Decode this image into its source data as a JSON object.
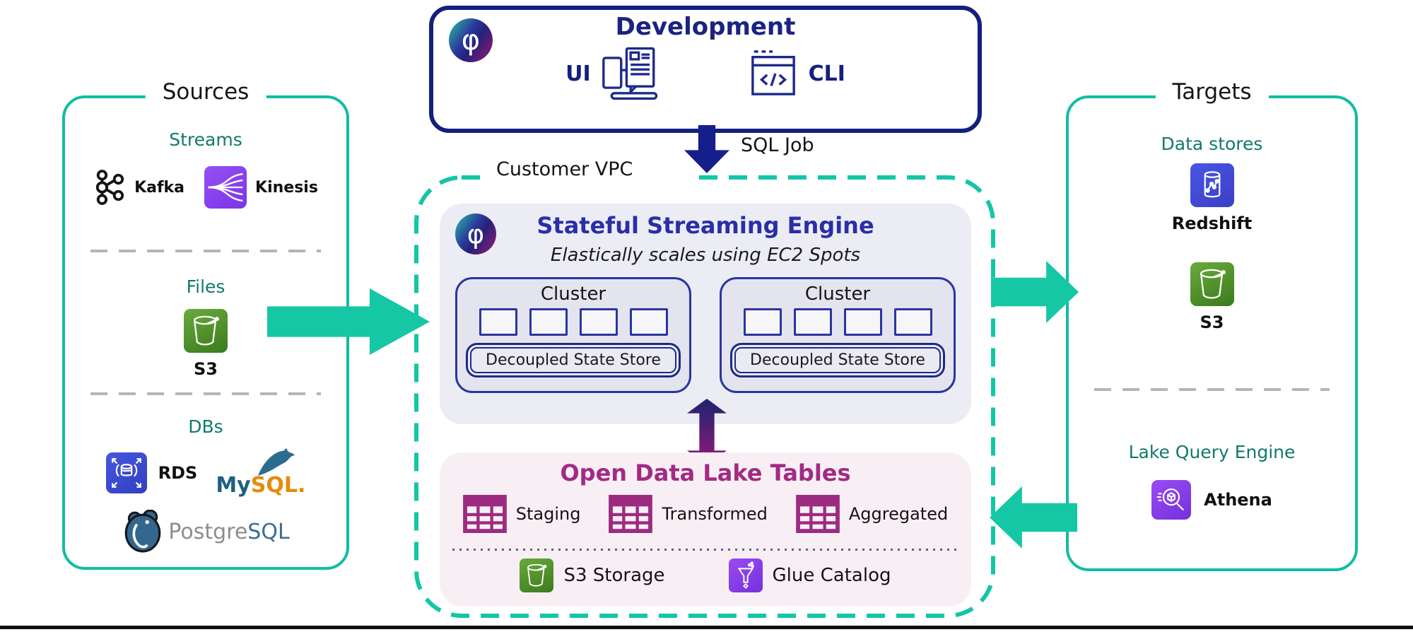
{
  "palette": {
    "teal_border": "#12bda2",
    "teal_arrow": "#16c7a5",
    "teal_text": "#117a6c",
    "navy": "#13207d",
    "engine_title_blue": "#2a2fa6",
    "magenta": "#a12b84",
    "engine_bg": "#ececf5",
    "lake_bg": "#f8eff5",
    "kinesis_purple": "#8a43ee",
    "s3_green": "#4f9130",
    "rds_blue": "#3c4ad2",
    "redshift_blue": "#424ad8",
    "athena_purple": "#873ce8"
  },
  "sources": {
    "title": "Sources",
    "sections": [
      {
        "label": "Streams",
        "items": [
          {
            "name": "Kafka",
            "icon": "kafka-icon"
          },
          {
            "name": "Kinesis",
            "icon": "kinesis-icon"
          }
        ]
      },
      {
        "label": "Files",
        "items": [
          {
            "name": "S3",
            "icon": "s3-bucket-icon"
          }
        ]
      },
      {
        "label": "DBs",
        "items": [
          {
            "name": "RDS",
            "icon": "rds-icon"
          },
          {
            "name": "MySQL",
            "icon": "mysql-dolphin-icon",
            "parts": {
              "p1": "My",
              "p2": "SQL",
              "dot": "."
            }
          },
          {
            "name": "PostgreSQL",
            "icon": "postgresql-elephant-icon",
            "parts": {
              "p1": "Postgre",
              "p2": "SQL"
            }
          }
        ]
      }
    ]
  },
  "development": {
    "title": "Development",
    "ui_label": "UI",
    "cli_label": "CLI",
    "logo_icon": "phi-logo",
    "logo_glyph": "φ",
    "ui_icon": "ui-workstation-icon",
    "cli_icon": "cli-terminal-icon"
  },
  "flow": {
    "sql_job_label": "SQL Job"
  },
  "vpc": {
    "label": "Customer VPC",
    "engine": {
      "title": "Stateful Streaming Engine",
      "subtitle": "Elastically scales using EC2 Spots",
      "logo_glyph": "φ",
      "clusters": [
        {
          "title": "Cluster",
          "node_count": 4,
          "store_label": "Decoupled State Store"
        },
        {
          "title": "Cluster",
          "node_count": 4,
          "store_label": "Decoupled State Store"
        }
      ]
    },
    "lake": {
      "title": "Open Data Lake Tables",
      "tables": [
        "Staging",
        "Transformed",
        "Aggregated"
      ],
      "table_icon": "data-table-icon",
      "storage": [
        {
          "label": "S3 Storage",
          "icon": "s3-bucket-icon"
        },
        {
          "label": "Glue Catalog",
          "icon": "glue-funnel-icon"
        }
      ]
    }
  },
  "targets": {
    "title": "Targets",
    "sections": [
      {
        "label": "Data stores",
        "items": [
          {
            "name": "Redshift",
            "icon": "redshift-icon"
          },
          {
            "name": "S3",
            "icon": "s3-bucket-icon"
          }
        ]
      },
      {
        "label": "Lake Query Engine",
        "items": [
          {
            "name": "Athena",
            "icon": "athena-icon"
          }
        ]
      }
    ]
  }
}
